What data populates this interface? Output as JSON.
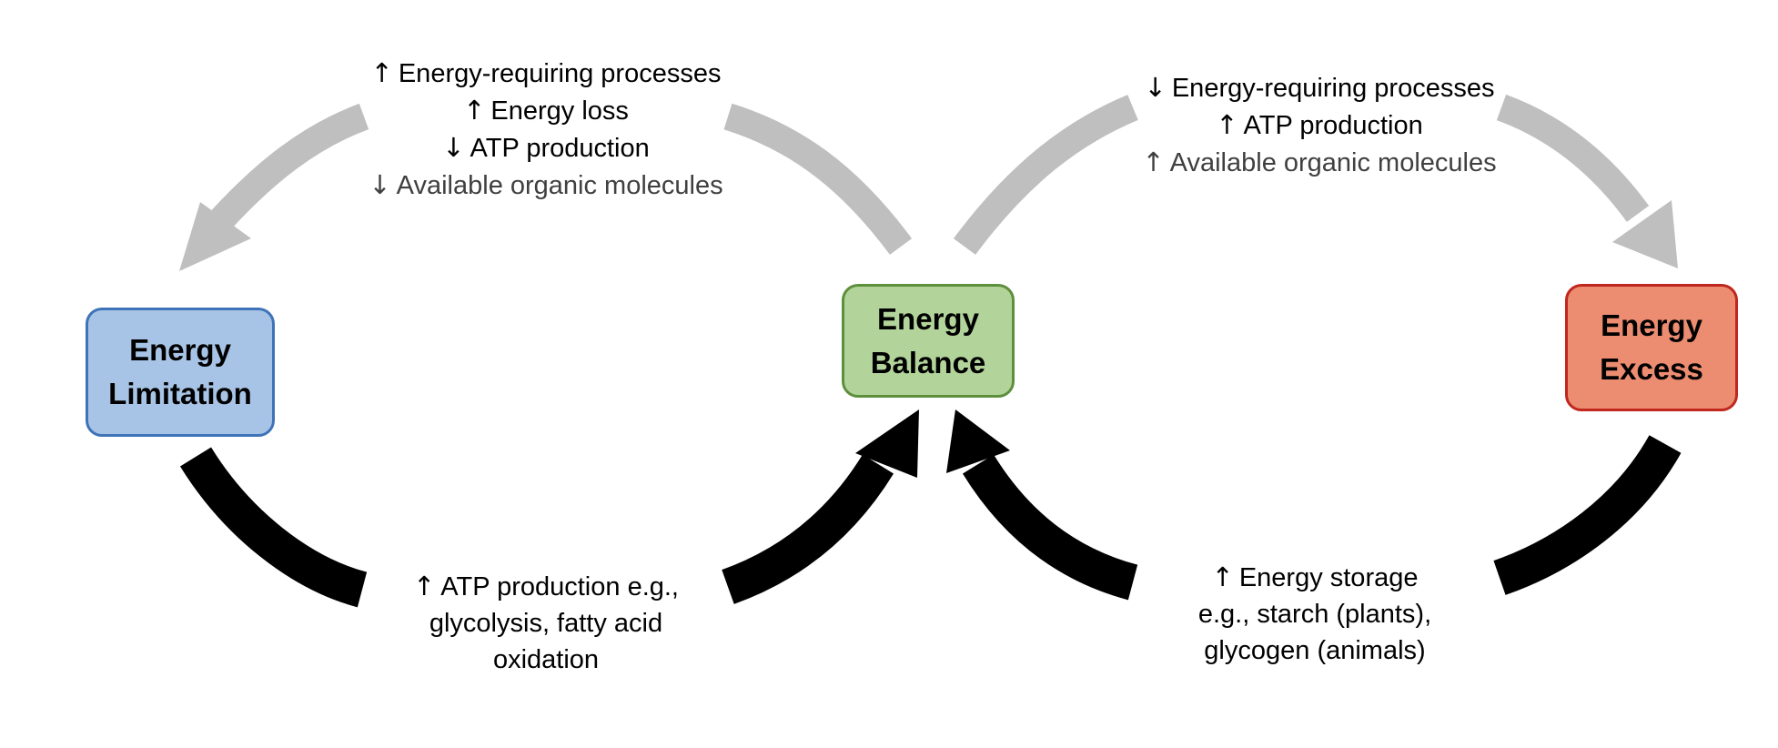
{
  "colors": {
    "limitation_fill": "#a7c4e6",
    "limitation_border": "#3f73b8",
    "balance_fill": "#b2d49a",
    "balance_border": "#5e8f3d",
    "excess_fill": "#ec8c71",
    "excess_border": "#c0271e",
    "gray_arrow": "#bfbfbf",
    "black_arrow": "#000000"
  },
  "nodes": {
    "limitation": {
      "label": "Energy\nLimitation"
    },
    "balance": {
      "label": "Energy\nBalance"
    },
    "excess": {
      "label": "Energy\nExcess"
    }
  },
  "edges": {
    "balance_to_limitation": {
      "lines": [
        {
          "arrow": "↑",
          "text": "Energy-requiring processes"
        },
        {
          "arrow": "↑",
          "text": "Energy loss"
        },
        {
          "arrow": "↓",
          "text": "ATP production"
        },
        {
          "arrow": "↓",
          "text": "Available organic molecules"
        }
      ]
    },
    "balance_to_excess": {
      "lines": [
        {
          "arrow": "↓",
          "text": "Energy-requiring processes"
        },
        {
          "arrow": "↑",
          "text": "ATP production"
        },
        {
          "arrow": "↑",
          "text": "Available organic molecules"
        }
      ]
    },
    "limitation_to_balance": {
      "lines": [
        {
          "arrow": "↑",
          "text": "ATP production e.g.,"
        },
        {
          "arrow": "",
          "text": "glycolysis, fatty acid"
        },
        {
          "arrow": "",
          "text": "oxidation"
        }
      ]
    },
    "excess_to_balance": {
      "lines": [
        {
          "arrow": "↑",
          "text": "Energy storage"
        },
        {
          "arrow": "",
          "text": "e.g., starch (plants),"
        },
        {
          "arrow": "",
          "text": "glycogen (animals)"
        }
      ]
    }
  }
}
